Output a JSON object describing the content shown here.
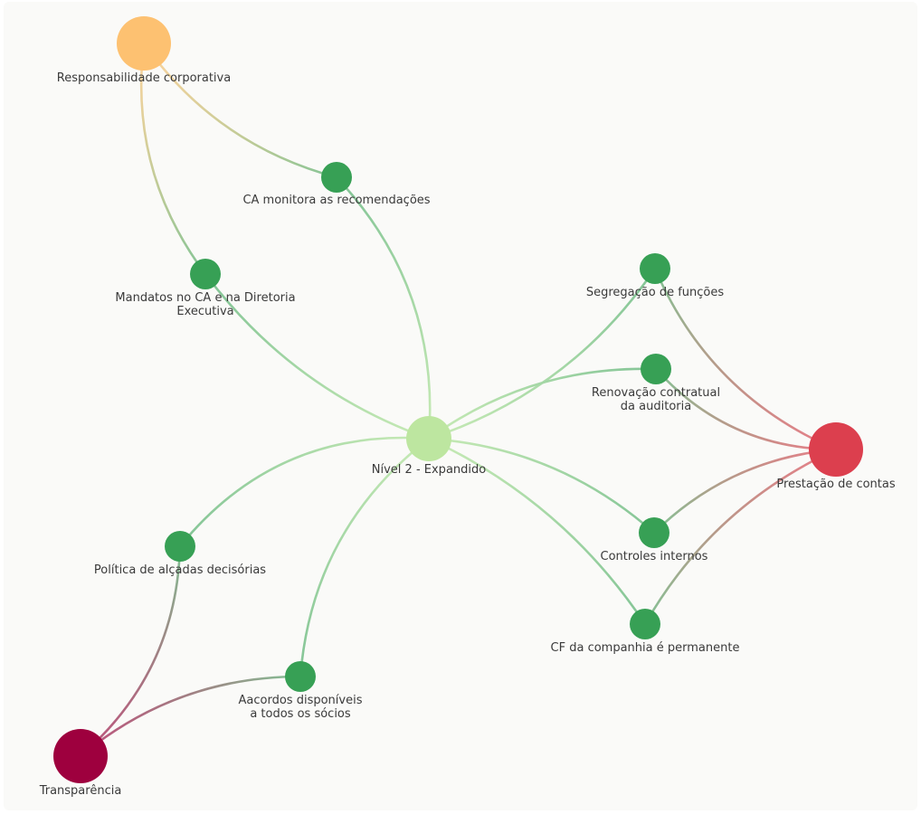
{
  "graph": {
    "nodes": [
      {
        "id": "hub",
        "label": "Nível 2 - Expandido",
        "kind": "hub",
        "color": "#bde6a0"
      },
      {
        "id": "resp",
        "label": "Responsabilidade corporativa",
        "kind": "category",
        "color": "#fdc171"
      },
      {
        "id": "prest",
        "label": "Prestação de contas",
        "kind": "category",
        "color": "#dc3f4e"
      },
      {
        "id": "transp",
        "label": "Transparência",
        "kind": "category",
        "color": "#9e003e"
      },
      {
        "id": "ca_mon",
        "label": "CA monitora as recomendações",
        "kind": "practice",
        "color": "#37a055"
      },
      {
        "id": "mand",
        "label": "Mandatos no CA e na Diretoria Executiva",
        "kind": "practice",
        "color": "#37a055"
      },
      {
        "id": "seg",
        "label": "Segregação de funções",
        "kind": "practice",
        "color": "#37a055"
      },
      {
        "id": "renov",
        "label": "Renovação contratual da auditoria",
        "kind": "practice",
        "color": "#37a055"
      },
      {
        "id": "ctrl",
        "label": "Controles internos",
        "kind": "practice",
        "color": "#37a055"
      },
      {
        "id": "cf",
        "label": "CF da companhia é permanente",
        "kind": "practice",
        "color": "#37a055"
      },
      {
        "id": "pol",
        "label": "Política de alçadas decisórias",
        "kind": "practice",
        "color": "#37a055"
      },
      {
        "id": "acord",
        "label": "Aacordos disponíveis a todos os sócios",
        "kind": "practice",
        "color": "#37a055"
      }
    ],
    "edges": [
      [
        "resp",
        "ca_mon"
      ],
      [
        "resp",
        "mand"
      ],
      [
        "hub",
        "ca_mon"
      ],
      [
        "hub",
        "mand"
      ],
      [
        "hub",
        "seg"
      ],
      [
        "hub",
        "renov"
      ],
      [
        "hub",
        "ctrl"
      ],
      [
        "hub",
        "cf"
      ],
      [
        "hub",
        "pol"
      ],
      [
        "hub",
        "acord"
      ],
      [
        "prest",
        "seg"
      ],
      [
        "prest",
        "renov"
      ],
      [
        "prest",
        "ctrl"
      ],
      [
        "prest",
        "cf"
      ],
      [
        "transp",
        "pol"
      ],
      [
        "transp",
        "acord"
      ]
    ]
  }
}
